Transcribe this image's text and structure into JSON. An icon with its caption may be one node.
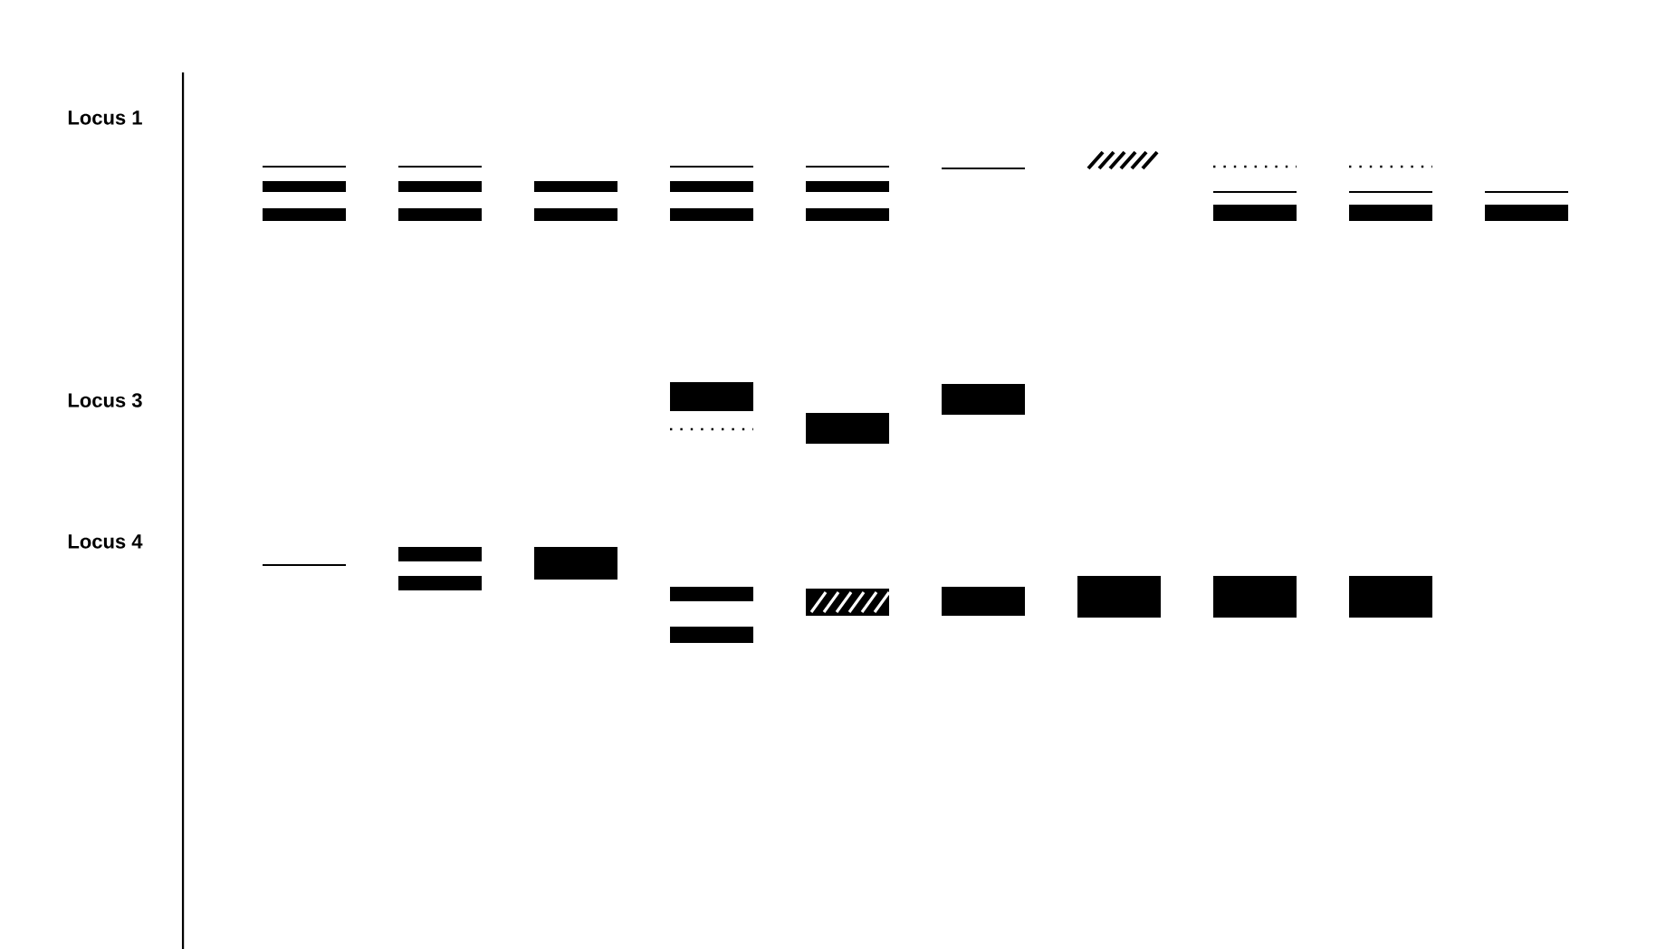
{
  "diagram": {
    "labels": [
      "Locus 1",
      "Locus 3",
      "Locus 4"
    ]
  }
}
